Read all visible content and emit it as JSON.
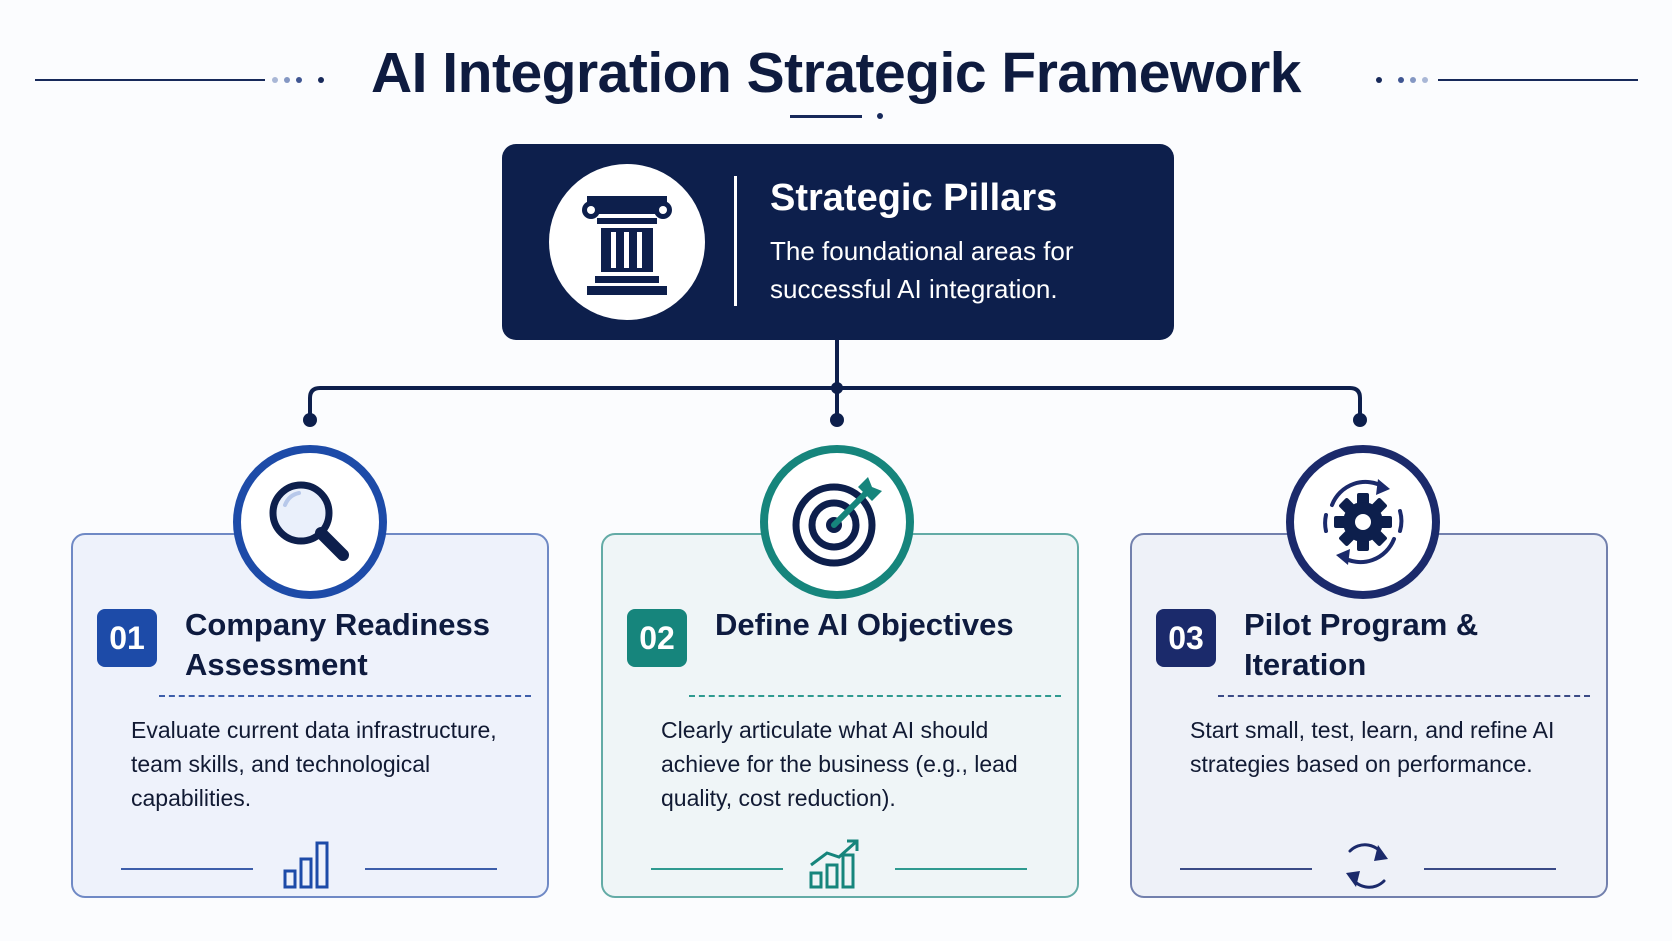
{
  "header": {
    "title": "AI Integration Strategic Framework"
  },
  "top": {
    "title": "Strategic Pillars",
    "description": "The foundational areas for successful AI integration.",
    "icon": "pillar-icon"
  },
  "colors": {
    "navy": "#0d1f4c",
    "blue": "#1d4ba8",
    "teal": "#16857c",
    "indigo": "#1b2a6b"
  },
  "cards": [
    {
      "number": "01",
      "title": "Company Readiness Assessment",
      "description": "Evaluate current data infrastructure, team skills, and technological capabilities.",
      "icon": "magnifier-icon",
      "footer_icon": "bar-chart-icon",
      "color": "#1d4ba8"
    },
    {
      "number": "02",
      "title": "Define AI Objectives",
      "description": "Clearly articulate what AI should achieve for the business (e.g., lead quality, cost reduction).",
      "icon": "target-icon",
      "footer_icon": "growth-chart-icon",
      "color": "#16857c"
    },
    {
      "number": "03",
      "title": "Pilot Program & Iteration",
      "description": "Start small, test, learn, and refine AI strategies based on performance.",
      "icon": "gear-cycle-icon",
      "footer_icon": "refresh-icon",
      "color": "#1b2a6b"
    }
  ]
}
